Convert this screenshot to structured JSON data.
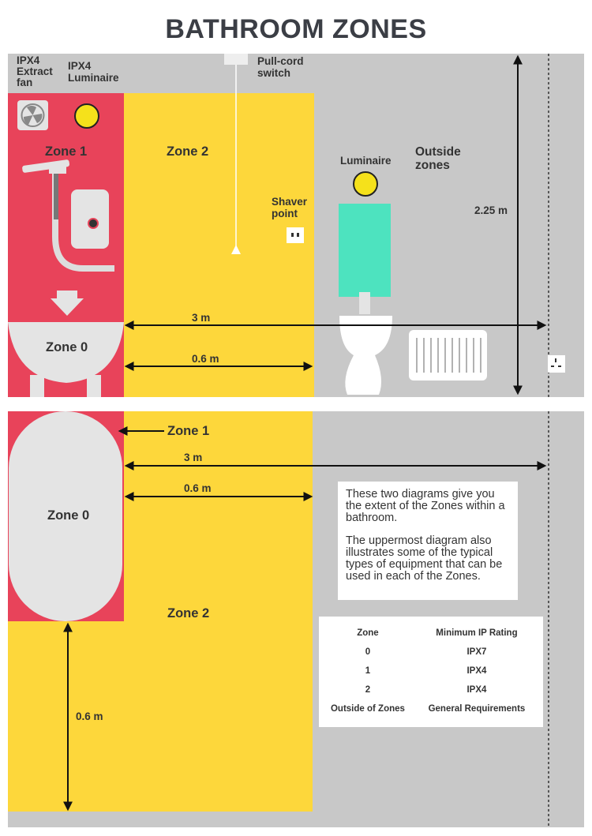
{
  "title": "BATHROOM ZONES",
  "top_diagram": {
    "fan_label": [
      "IPX4",
      "Extract",
      "fan"
    ],
    "luminaire_label": [
      "IPX4",
      "Luminaire"
    ],
    "pullcord_label": [
      "Pull-cord",
      "switch"
    ],
    "zone1": "Zone 1",
    "zone2": "Zone 2",
    "zone0": "Zone 0",
    "shaver_label": [
      "Shaver",
      "point"
    ],
    "luminaire": "Luminaire",
    "outside_label": [
      "Outside",
      "zones"
    ],
    "height_dim": "2.25 m",
    "dim_3m": "3 m",
    "dim_06m": "0.6 m"
  },
  "bottom_diagram": {
    "zone1": "Zone 1",
    "zone0": "Zone 0",
    "zone2": "Zone 2",
    "dim_3m": "3 m",
    "dim_06m": "0.6 m",
    "dim_06m_vertical": "0.6 m"
  },
  "info": {
    "para1": "These two diagrams give you the extent of the Zones within a bathroom.",
    "para2": "The uppermost diagram also illustrates some of the typical types of equipment that can be used in each of the Zones."
  },
  "ip_table": {
    "headers": [
      "Zone",
      "Minimum IP Rating"
    ],
    "rows": [
      [
        "0",
        "IPX7"
      ],
      [
        "1",
        "IPX4"
      ],
      [
        "2",
        "IPX4"
      ],
      [
        "Outside of Zones",
        "General Requirements"
      ]
    ]
  },
  "colors": {
    "zone0": "#e4e4e4",
    "zone1": "#e8435a",
    "zone2": "#fdd73b",
    "outside": "#c8c8c8",
    "luminaire": "#f5e11b",
    "shower_screen": "#4de3bf"
  }
}
